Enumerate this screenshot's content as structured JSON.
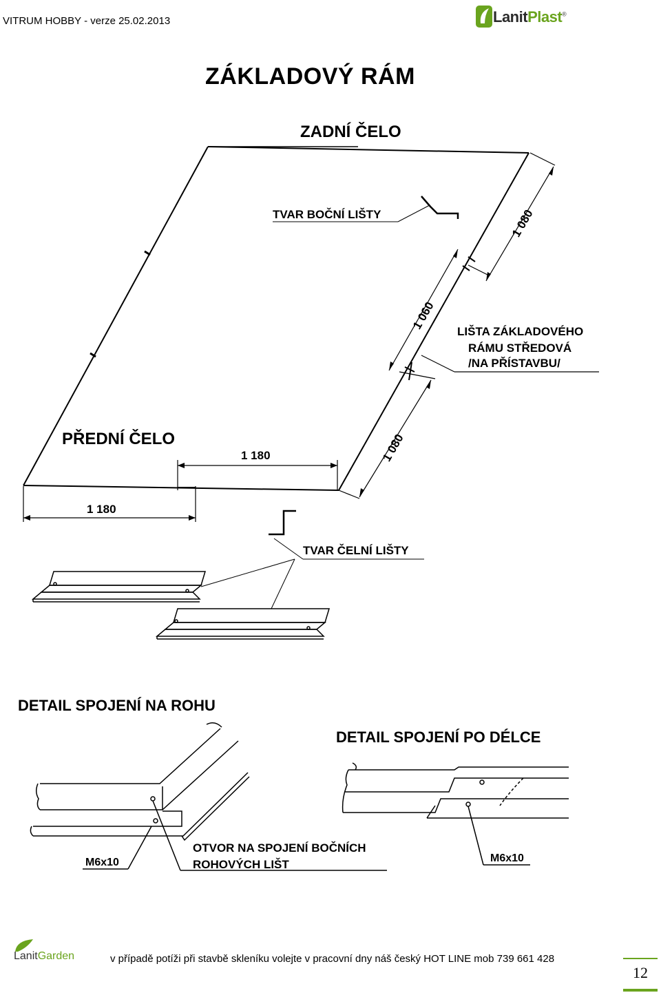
{
  "header": {
    "version_text": "VITRUM HOBBY - verze 25.02.2013",
    "logo_lanit": "Lanit",
    "logo_plast": "Plast",
    "logo_reg": "®"
  },
  "title": "ZÁKLADOVÝ RÁM",
  "frame": {
    "back_label": "ZADNÍ ČELO",
    "front_label": "PŘEDNÍ ČELO",
    "side_profile_label": "TVAR BOČNÍ LIŠTY",
    "middle_rail_line1": "LIŠTA ZÁKLADOVÉHO",
    "middle_rail_line2": "RÁMU STŘEDOVÁ",
    "middle_rail_line3": "/NA PŘÍSTAVBU/",
    "front_profile_label": "TVAR ČELNÍ LIŠTY",
    "dim_front_right": "1 180",
    "dim_front_left": "1 180",
    "dim_side_back": "1 080",
    "dim_side_middle": "1 060",
    "dim_side_front": "1 080"
  },
  "details": {
    "corner_title": "DETAIL SPOJENÍ NA ROHU",
    "length_title": "DETAIL SPOJENÍ PO DÉLCE",
    "bolt_left": "M6x10",
    "bolt_right": "M6x10",
    "hole_note_line1": "OTVOR NA SPOJENÍ BOČNÍCH",
    "hole_note_line2": "ROHOVÝCH LIŠT"
  },
  "footer": {
    "brand_lanit": "Lanit",
    "brand_garden": "Garden",
    "hotline_text": "v případě potíži při stavbě skleníku volejte v pracovní dny náš český HOT LINE mob 739 661 428",
    "page_number": "12"
  }
}
